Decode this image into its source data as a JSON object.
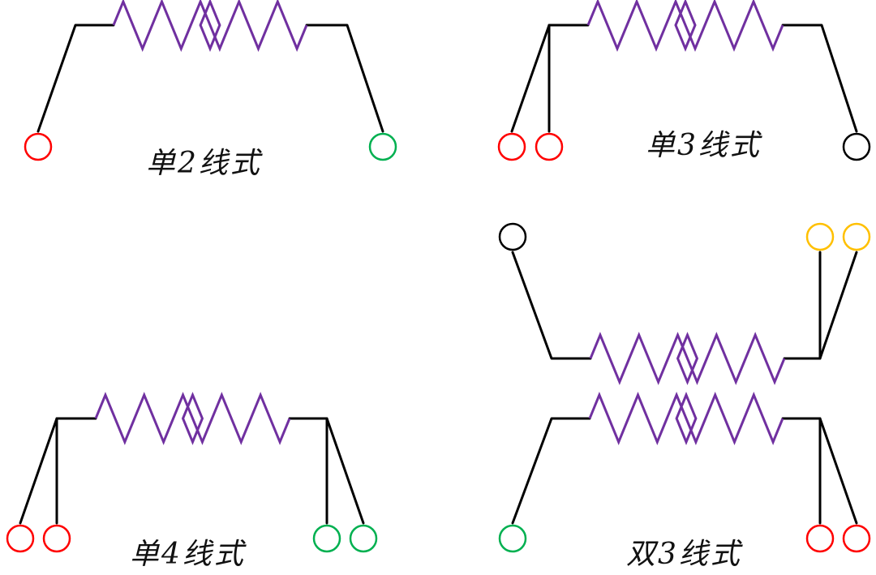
{
  "colors": {
    "wire": "#000000",
    "resistor": "#7030a0",
    "red": "#ff0000",
    "green": "#00b050",
    "black": "#000000",
    "yellow": "#ffc000"
  },
  "labels": {
    "single_2_wire": "单2线式",
    "single_3_wire": "单3线式",
    "single_4_wire": "单4线式",
    "double_3_wire": "双3线式"
  },
  "diagrams": [
    {
      "name": "single-2-wire",
      "elements": 1,
      "terminals": [
        "red",
        "green"
      ]
    },
    {
      "name": "single-3-wire",
      "elements": 1,
      "terminals": [
        "red",
        "red",
        "black"
      ]
    },
    {
      "name": "single-4-wire",
      "elements": 1,
      "terminals": [
        "red",
        "red",
        "green",
        "green"
      ]
    },
    {
      "name": "double-3-wire",
      "elements": 2,
      "terminals": [
        "black",
        "yellow",
        "yellow",
        "green",
        "red",
        "red"
      ]
    }
  ]
}
